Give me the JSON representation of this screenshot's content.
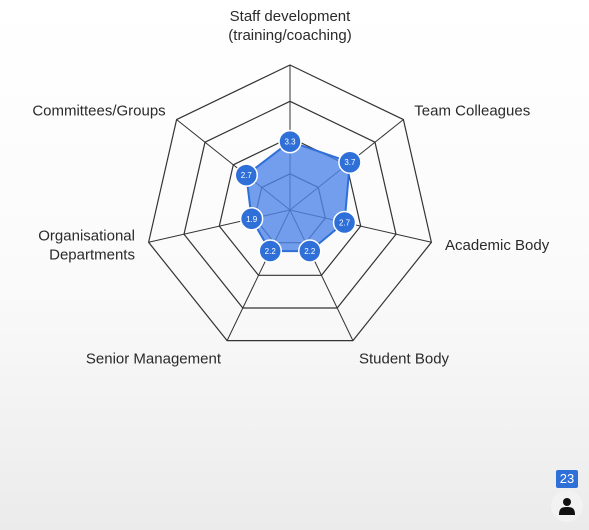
{
  "chart_data": {
    "type": "radar",
    "axes": [
      [
        "Staff development",
        "(training/coaching)"
      ],
      [
        "Team Colleagues"
      ],
      [
        "Academic Body"
      ],
      [
        "Student Body"
      ],
      [
        "Senior Management"
      ],
      [
        "Organisational",
        "Departments"
      ],
      [
        "Committees/Groups"
      ]
    ],
    "values": [
      3.3,
      3.7,
      2.7,
      2.2,
      2.2,
      1.9,
      2.7
    ],
    "value_labels": [
      "3.3",
      "3.7",
      "2.7",
      "2.2",
      "2.2",
      "1.9",
      "2.7"
    ],
    "rlim": [
      0,
      7
    ],
    "rings": 4,
    "colors": {
      "fill": "#4f86e8",
      "marker": "#2f6fd8",
      "grid": "#333333"
    }
  },
  "overlay": {
    "participant_count": "23",
    "user_icon": "person-icon"
  }
}
